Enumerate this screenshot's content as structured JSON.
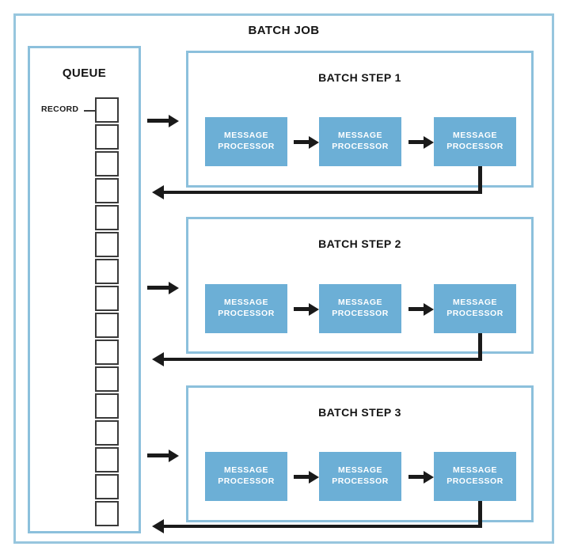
{
  "diagram": {
    "title": "BATCH JOB",
    "queue": {
      "title": "QUEUE",
      "record_label": "RECORD",
      "record_count": 16
    },
    "steps": [
      {
        "title": "BATCH STEP 1",
        "processors": [
          {
            "line1": "MESSAGE",
            "line2": "PROCESSOR"
          },
          {
            "line1": "MESSAGE",
            "line2": "PROCESSOR"
          },
          {
            "line1": "MESSAGE",
            "line2": "PROCESSOR"
          }
        ]
      },
      {
        "title": "BATCH STEP 2",
        "processors": [
          {
            "line1": "MESSAGE",
            "line2": "PROCESSOR"
          },
          {
            "line1": "MESSAGE",
            "line2": "PROCESSOR"
          },
          {
            "line1": "MESSAGE",
            "line2": "PROCESSOR"
          }
        ]
      },
      {
        "title": "BATCH STEP 3",
        "processors": [
          {
            "line1": "MESSAGE",
            "line2": "PROCESSOR"
          },
          {
            "line1": "MESSAGE",
            "line2": "PROCESSOR"
          },
          {
            "line1": "MESSAGE",
            "line2": "PROCESSOR"
          }
        ]
      }
    ],
    "colors": {
      "frame_border": "#8cc0dc",
      "outer_border": "#97c6de",
      "processor_fill": "#6cafd6",
      "processor_text": "#ffffff",
      "arrow": "#1a1a1a",
      "record_border": "#3a3a3a",
      "background": "#ffffff",
      "title_text": "#141414"
    }
  }
}
